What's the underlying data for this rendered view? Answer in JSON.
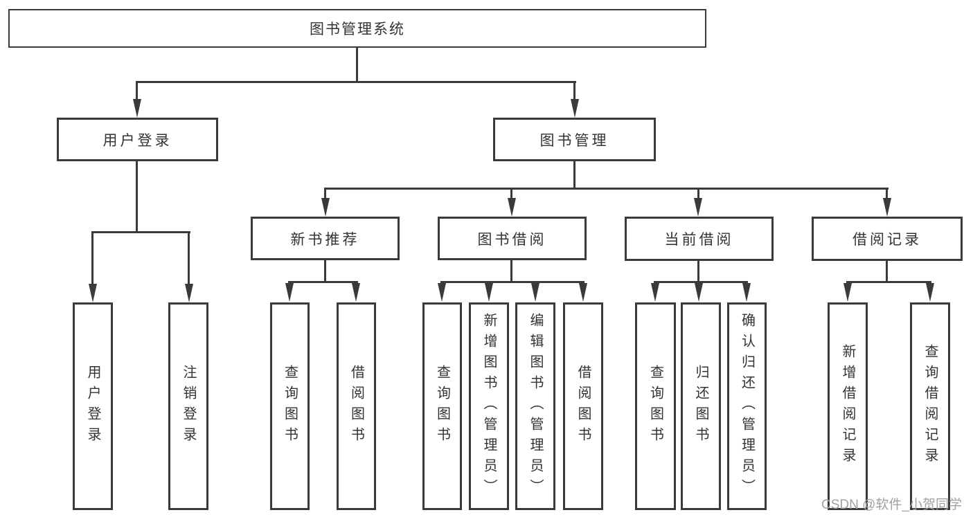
{
  "diagram": {
    "type": "hierarchy-tree",
    "colors": {
      "line": "#3a3a3a",
      "text": "#333333",
      "background": "#ffffff"
    },
    "tree": {
      "root": {
        "label": "图书管理系统",
        "children": [
          {
            "label": "用户登录",
            "children": [
              {
                "label": "用户登录"
              },
              {
                "label": "注销登录"
              }
            ]
          },
          {
            "label": "图书管理",
            "children": [
              {
                "label": "新书推荐",
                "children": [
                  {
                    "label": "查询图书"
                  },
                  {
                    "label": "借阅图书"
                  }
                ]
              },
              {
                "label": "图书借阅",
                "children": [
                  {
                    "label": "查询图书"
                  },
                  {
                    "label": "新增图书（管理员）"
                  },
                  {
                    "label": "编辑图书（管理员）"
                  },
                  {
                    "label": "借阅图书"
                  }
                ]
              },
              {
                "label": "当前借阅",
                "children": [
                  {
                    "label": "查询图书"
                  },
                  {
                    "label": "归还图书"
                  },
                  {
                    "label": "确认归还（管理员）"
                  }
                ]
              },
              {
                "label": "借阅记录",
                "children": [
                  {
                    "label": "新增借阅记录"
                  },
                  {
                    "label": "查询借阅记录"
                  }
                ]
              }
            ]
          }
        ]
      }
    }
  },
  "watermark": {
    "text": "CSDN @软件_小贺同学",
    "color": "#a1a1a1"
  }
}
